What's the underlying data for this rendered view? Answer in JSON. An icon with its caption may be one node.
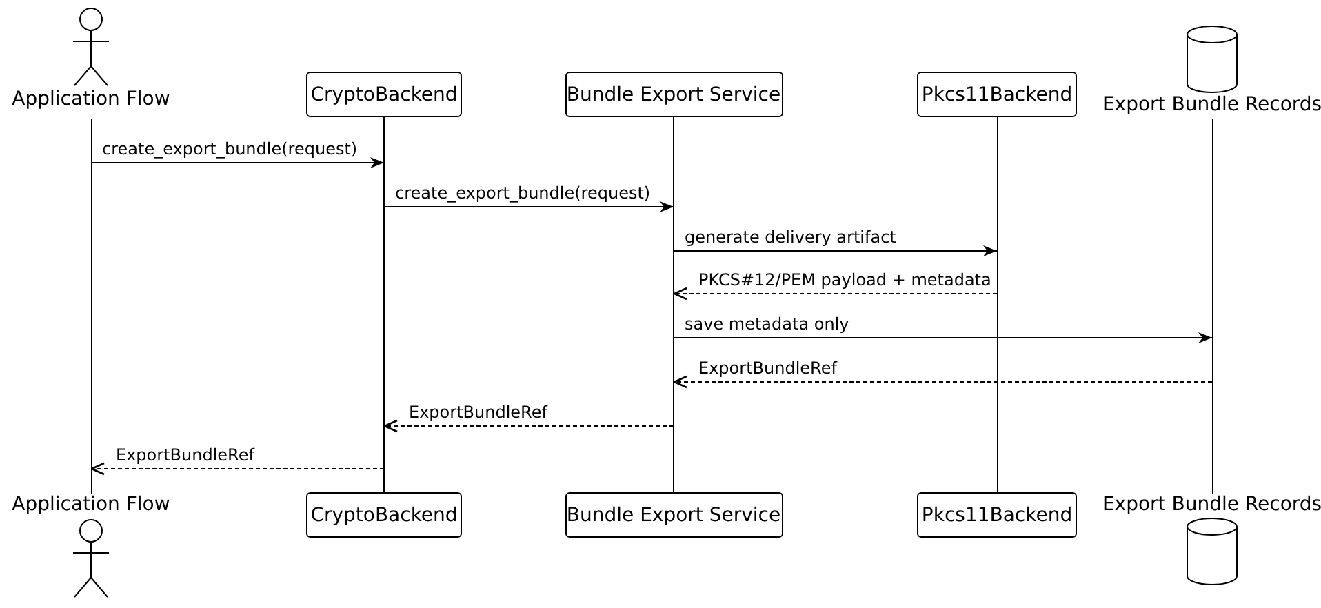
{
  "diagram": {
    "nodes": [
      {
        "text": [
          "Application Flow"
        ]
      },
      {
        "text": [
          "CryptoBackend"
        ]
      },
      {
        "text": [
          "Bundle Export Service"
        ]
      },
      {
        "text": [
          "Pkcs11Backend"
        ]
      },
      {
        "text": [
          "Export Bundle Records"
        ]
      },
      {
        "text": [],
        "shape": "line"
      },
      {
        "text": [],
        "shape": "line"
      },
      {
        "text": [],
        "shape": "line"
      },
      {
        "text": [],
        "shape": "line"
      },
      {
        "text": [],
        "shape": "line"
      },
      {
        "text": [
          "Application Flow"
        ]
      },
      {
        "text": [
          "CryptoBackend"
        ]
      },
      {
        "text": [
          "Bundle Export Service"
        ]
      },
      {
        "text": [
          "Pkcs11Backend"
        ]
      },
      {
        "text": [
          "Export Bundle Records"
        ]
      }
    ],
    "edges": [
      {
        "from": 5,
        "to": 6,
        "arrow": "to",
        "label": "create_export_bundle(request)"
      },
      {
        "from": 6,
        "to": 7,
        "arrow": "to",
        "label": "create_export_bundle(request)"
      },
      {
        "from": 7,
        "to": 8,
        "arrow": "to",
        "label": "generate delivery artifact"
      },
      {
        "from": 8,
        "to": 7,
        "arrow": "to",
        "label": "PKCS#12/PEM payload + metadata",
        "style": "dashed"
      },
      {
        "from": 7,
        "to": 9,
        "arrow": "to",
        "label": "save metadata only"
      },
      {
        "from": 9,
        "to": 7,
        "arrow": "to",
        "label": "ExportBundleRef",
        "style": "dashed"
      },
      {
        "from": 7,
        "to": 6,
        "arrow": "to",
        "label": "ExportBundleRef",
        "style": "dashed"
      },
      {
        "from": 6,
        "to": 5,
        "arrow": "to",
        "label": "ExportBundleRef",
        "style": "dashed"
      }
    ]
  }
}
